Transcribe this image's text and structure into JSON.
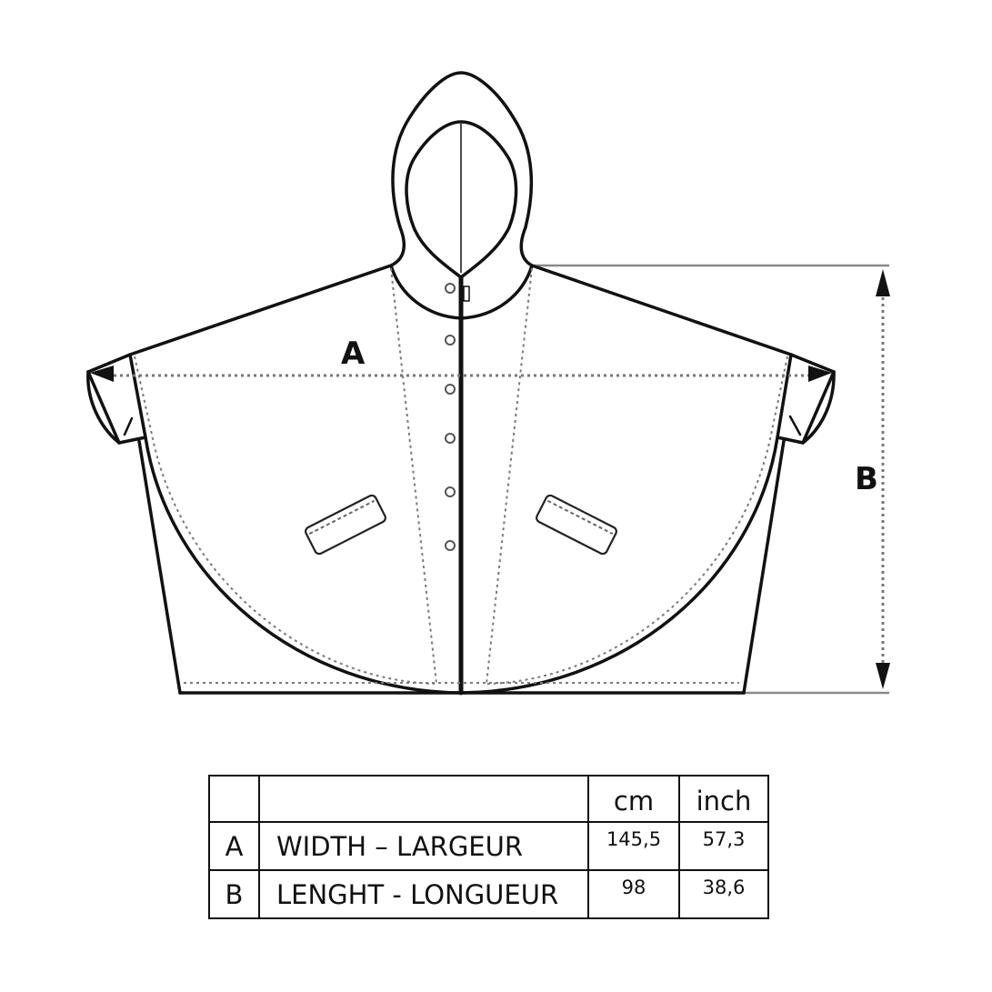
{
  "diagram": {
    "subject": "hooded poncho technical flat sketch",
    "labels": {
      "width_marker": "A",
      "length_marker": "B"
    },
    "details": {
      "buttons_count": 6,
      "pockets_count": 2,
      "has_hood": true,
      "has_center_zip_line": true
    },
    "colors": {
      "line": "#111111",
      "stitch": "#7a7a7a",
      "guide": "#9a9a9a",
      "background": "#ffffff"
    }
  },
  "table": {
    "headers": {
      "key": "",
      "label": "",
      "cm": "cm",
      "inch": "inch"
    },
    "rows": [
      {
        "key": "A",
        "label": "WIDTH – LARGEUR",
        "cm": "145,5",
        "inch": "57,3"
      },
      {
        "key": "B",
        "label": "LENGHT - LONGUEUR",
        "cm": "98",
        "inch": "38,6"
      }
    ]
  }
}
